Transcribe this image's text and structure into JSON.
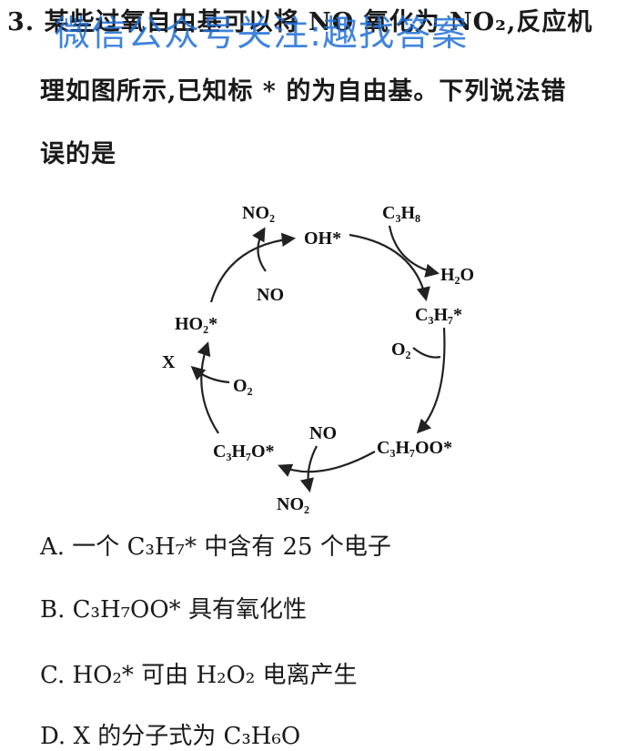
{
  "question": {
    "line1": "3. 某些过氧自由基可以将 NO 氧化为 NO₂,反应机",
    "line2": "理如图所示,已知标 * 的为自由基。下列说法错",
    "line3": "误的是"
  },
  "watermark": "微信公众号关注:趣找答案",
  "diagram": {
    "no2_top": "NO₂",
    "no_top": "NO",
    "oh": "OH*",
    "c3h8": "C₃H₈",
    "h2o": "H₂O",
    "c3h7": "C₃H₇*",
    "o2_right": "O₂",
    "c3h7oo": "C₃H₇OO*",
    "no_bottom": "NO",
    "no2_bottom": "NO₂",
    "c3h7o": "C₃H₇O*",
    "x": "X",
    "o2_left": "O₂",
    "ho2": "HO₂*"
  },
  "options": {
    "a": "A. 一个 C₃H₇* 中含有 25 个电子",
    "b": "B. C₃H₇OO* 具有氧化性",
    "c": "C. HO₂* 可由 H₂O₂ 电离产生",
    "d": "D. X 的分子式为 C₃H₆O"
  }
}
